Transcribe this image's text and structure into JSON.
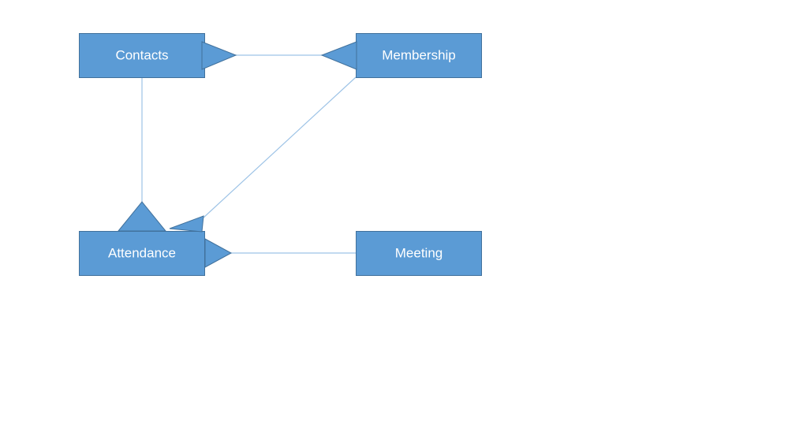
{
  "diagram": {
    "entities": {
      "contacts": {
        "label": "Contacts"
      },
      "membership": {
        "label": "Membership"
      },
      "attendance": {
        "label": "Attendance"
      },
      "meeting": {
        "label": "Meeting"
      }
    },
    "relationships": [
      {
        "from": "Contacts",
        "to": "Membership"
      },
      {
        "from": "Contacts",
        "to": "Attendance"
      },
      {
        "from": "Membership",
        "to": "Attendance"
      },
      {
        "from": "Attendance",
        "to": "Meeting"
      }
    ],
    "colors": {
      "entity_fill": "#5b9bd5",
      "entity_border": "#41719c",
      "connector": "#9dc3e6"
    }
  }
}
